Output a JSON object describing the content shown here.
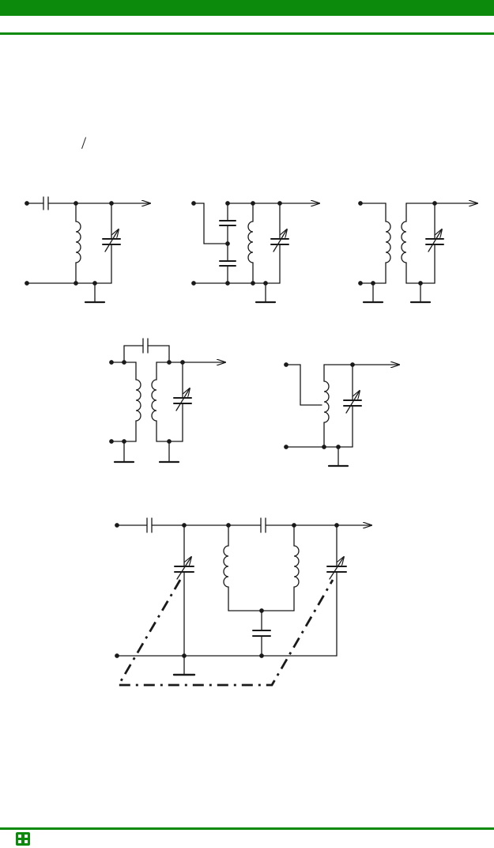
{
  "theme": {
    "accent": "#0b8a0b",
    "line": "#1a1a1a"
  },
  "header": {
    "band": "green-band",
    "rule": "green-rule"
  },
  "body_mark": "/",
  "figures": [
    {
      "id": "fig-1",
      "description_icons": [
        "capacitor",
        "inductor",
        "variable-capacitor",
        "ground",
        "output-arrow"
      ]
    },
    {
      "id": "fig-2",
      "description_icons": [
        "capacitor",
        "capacitor",
        "inductor",
        "variable-capacitor",
        "ground",
        "output-arrow"
      ]
    },
    {
      "id": "fig-3",
      "description_icons": [
        "inductor",
        "inductor",
        "variable-capacitor",
        "ground",
        "ground",
        "output-arrow"
      ]
    },
    {
      "id": "fig-4",
      "description_icons": [
        "capacitor",
        "inductor",
        "inductor",
        "variable-capacitor",
        "ground",
        "ground",
        "output-arrow"
      ]
    },
    {
      "id": "fig-5",
      "description_icons": [
        "tapped-inductor",
        "variable-capacitor",
        "ground",
        "output-arrow"
      ]
    },
    {
      "id": "fig-6",
      "description_icons": [
        "capacitor",
        "capacitor",
        "capacitor",
        "variable-capacitor",
        "variable-capacitor",
        "inductor",
        "inductor",
        "ground",
        "dashed-gang-link",
        "output-arrow"
      ]
    }
  ],
  "footer": {
    "logo": "publisher-logo-icon"
  }
}
